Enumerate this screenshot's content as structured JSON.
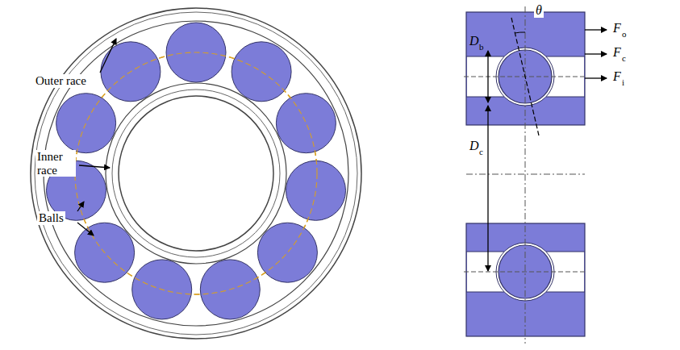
{
  "diagram": {
    "labels": [
      "Outer race",
      "Inner race",
      "Balls",
      "θ",
      "D",
      "b",
      "D",
      "c",
      "F",
      "o",
      "F",
      "c",
      "F",
      "i"
    ]
  }
}
